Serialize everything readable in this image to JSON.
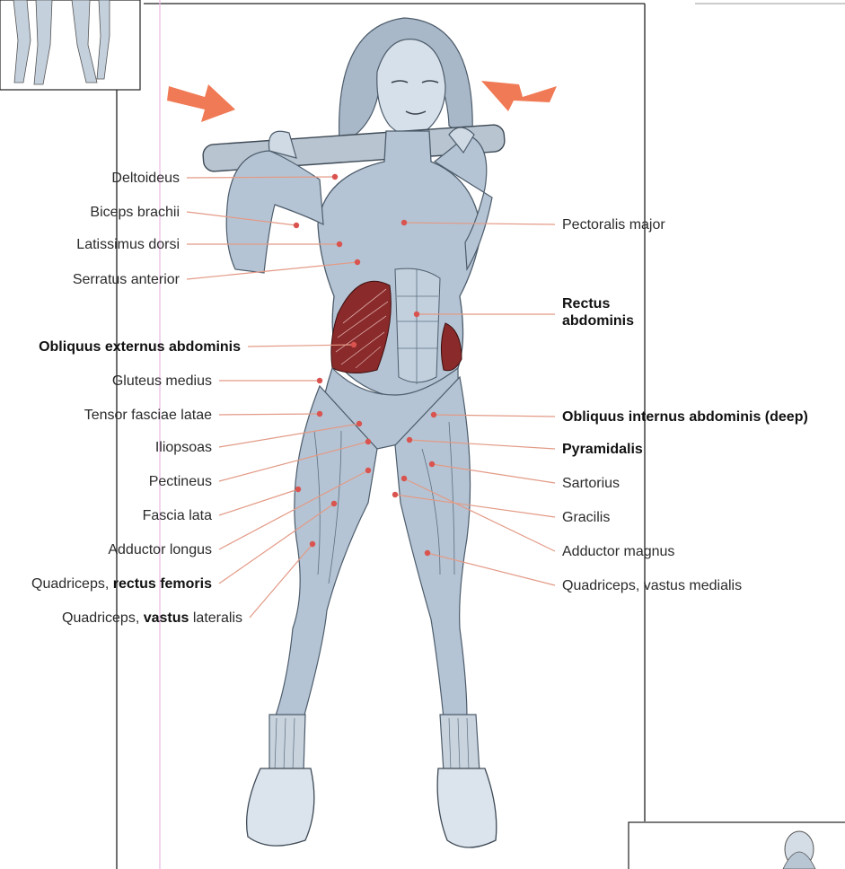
{
  "labels_left": [
    {
      "id": "deltoideus",
      "parts": [
        {
          "t": "Deltoideus",
          "b": false
        }
      ]
    },
    {
      "id": "biceps-brachii",
      "parts": [
        {
          "t": "Biceps brachii",
          "b": false
        }
      ]
    },
    {
      "id": "latissimus-dorsi",
      "parts": [
        {
          "t": "Latissimus dorsi",
          "b": false
        }
      ]
    },
    {
      "id": "serratus-anterior",
      "parts": [
        {
          "t": "Serratus anterior",
          "b": false
        }
      ]
    },
    {
      "id": "obliquus-externus",
      "parts": [
        {
          "t": "Obliquus externus abdominis",
          "b": true
        }
      ]
    },
    {
      "id": "gluteus-medius",
      "parts": [
        {
          "t": "Gluteus medius",
          "b": false
        }
      ]
    },
    {
      "id": "tensor-fasciae-latae",
      "parts": [
        {
          "t": "Tensor fasciae latae",
          "b": false
        }
      ]
    },
    {
      "id": "iliopsoas",
      "parts": [
        {
          "t": "Iliopsoas",
          "b": false
        }
      ]
    },
    {
      "id": "pectineus",
      "parts": [
        {
          "t": "Pectineus",
          "b": false
        }
      ]
    },
    {
      "id": "fascia-lata",
      "parts": [
        {
          "t": "Fascia lata",
          "b": false
        }
      ]
    },
    {
      "id": "adductor-longus",
      "parts": [
        {
          "t": "Adductor longus",
          "b": false
        }
      ]
    },
    {
      "id": "quadriceps-rectus-femoris",
      "parts": [
        {
          "t": "Quadriceps, ",
          "b": false
        },
        {
          "t": "rectus femoris",
          "b": true
        }
      ]
    },
    {
      "id": "quadriceps-vastus-lateralis",
      "parts": [
        {
          "t": "Quadriceps, ",
          "b": false
        },
        {
          "t": "vastus",
          "b": true
        },
        {
          "t": " lateralis",
          "b": false
        }
      ]
    }
  ],
  "labels_right": [
    {
      "id": "pectoralis-major",
      "parts": [
        {
          "t": "Pectoralis major",
          "b": false
        }
      ]
    },
    {
      "id": "rectus-abdominis",
      "parts": [
        {
          "t": "Rectus",
          "b": true
        }
      ],
      "line2": "abdominis"
    },
    {
      "id": "obliquus-internus",
      "parts": [
        {
          "t": "Obliquus internus abdominis (deep)",
          "b": true
        }
      ]
    },
    {
      "id": "pyramidalis",
      "parts": [
        {
          "t": "Pyramidalis",
          "b": true
        }
      ]
    },
    {
      "id": "sartorius",
      "parts": [
        {
          "t": "Sartorius",
          "b": false
        }
      ]
    },
    {
      "id": "gracilis",
      "parts": [
        {
          "t": "Gracilis",
          "b": false
        }
      ]
    },
    {
      "id": "adductor-magnus",
      "parts": [
        {
          "t": "Adductor magnus",
          "b": false
        }
      ]
    },
    {
      "id": "quadriceps-vastus-medialis",
      "parts": [
        {
          "t": "Quadriceps, vastus medialis",
          "b": false
        }
      ]
    }
  ],
  "colors": {
    "skin": "#c9d6e2",
    "muscle": "#b4c4d4",
    "highlight": "#8a2a2a",
    "arrow": "#f07a55",
    "leader": "#e39a86",
    "dot": "#d9534f"
  }
}
